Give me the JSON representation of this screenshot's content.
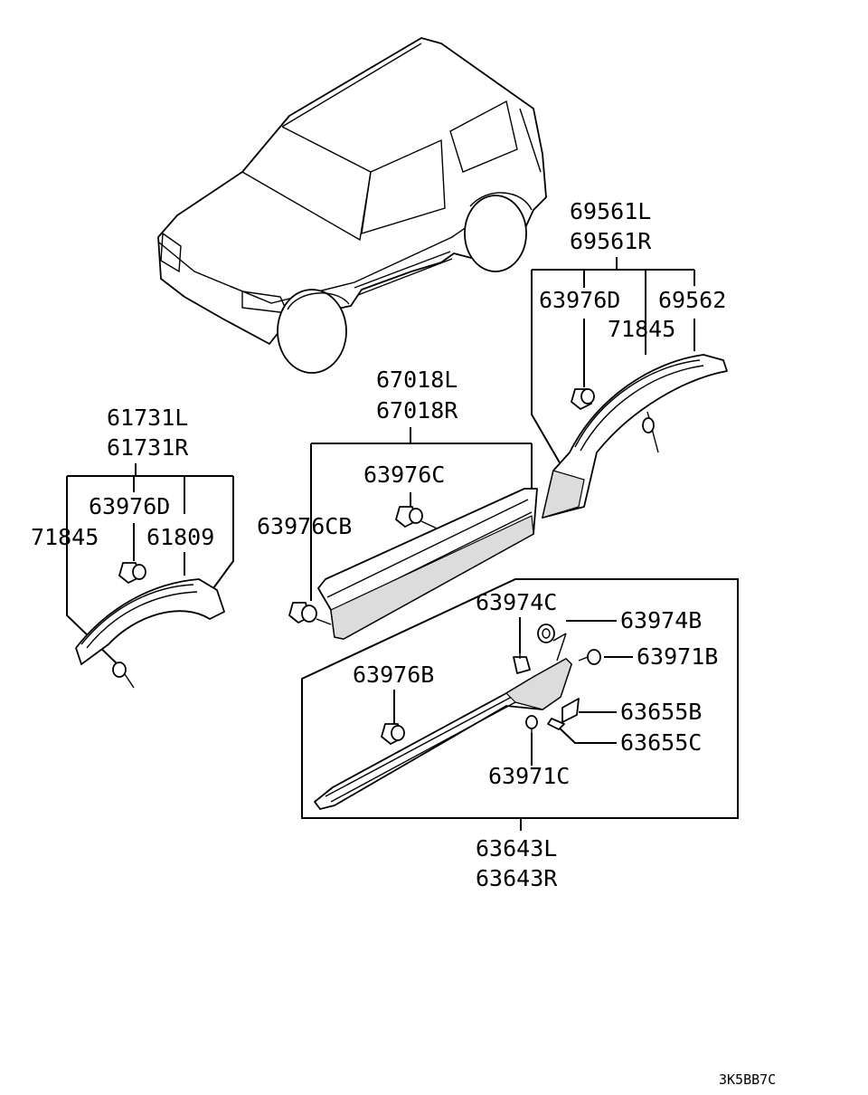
{
  "diagram_code": "3K5BB7C",
  "labels": {
    "rear_flare_l": "69561L",
    "rear_flare_r": "69561R",
    "rear_clip_d": "63976D",
    "rear_part_69562": "69562",
    "rear_71845": "71845",
    "door_garnish_l": "67018L",
    "door_garnish_r": "67018R",
    "door_clip_c": "63976C",
    "door_clip_cb": "63976CB",
    "front_flare_l": "61731L",
    "front_flare_r": "61731R",
    "front_clip_d": "63976D",
    "front_71845": "71845",
    "front_61809": "61809",
    "sill_63974c": "63974C",
    "sill_63974b": "63974B",
    "sill_63971b": "63971B",
    "sill_63976b": "63976B",
    "sill_63655b": "63655B",
    "sill_63655c": "63655C",
    "sill_63971c": "63971C",
    "sill_l": "63643L",
    "sill_r": "63643R"
  }
}
